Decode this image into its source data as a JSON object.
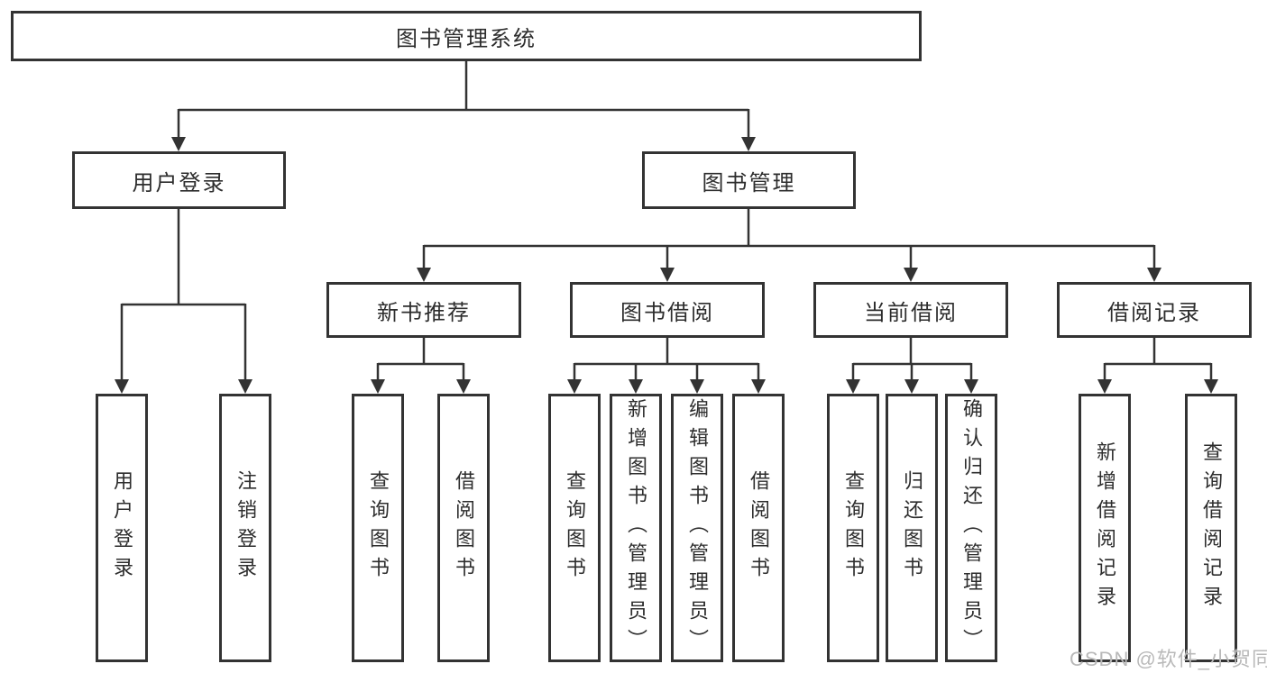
{
  "colors": {
    "line": "#333333",
    "text": "#2d2d2d",
    "background": "#ffffff",
    "watermark": "#b9b9b9"
  },
  "watermark": {
    "text": "CSDN @软件_小贺同学"
  },
  "tree": {
    "root": {
      "label": "图书管理系统",
      "children": [
        {
          "label": "用户登录",
          "children": [
            {
              "label": "用户登录"
            },
            {
              "label": "注销登录"
            }
          ]
        },
        {
          "label": "图书管理",
          "children": [
            {
              "label": "新书推荐",
              "children": [
                {
                  "label": "查询图书"
                },
                {
                  "label": "借阅图书"
                }
              ]
            },
            {
              "label": "图书借阅",
              "children": [
                {
                  "label": "查询图书"
                },
                {
                  "label": "新增图书（管理员）"
                },
                {
                  "label": "编辑图书（管理员）"
                },
                {
                  "label": "借阅图书"
                }
              ]
            },
            {
              "label": "当前借阅",
              "children": [
                {
                  "label": "查询图书"
                },
                {
                  "label": "归还图书"
                },
                {
                  "label": "确认归还（管理员）"
                }
              ]
            },
            {
              "label": "借阅记录",
              "children": [
                {
                  "label": "新增借阅记录"
                },
                {
                  "label": "查询借阅记录"
                }
              ]
            }
          ]
        }
      ]
    }
  }
}
